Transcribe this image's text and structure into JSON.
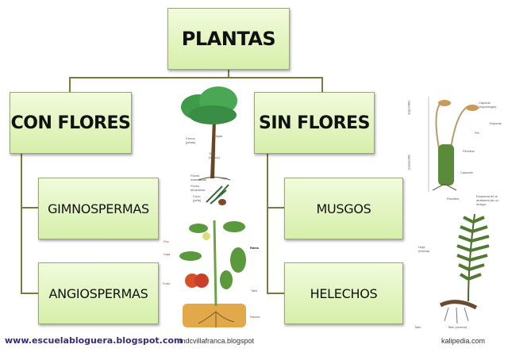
{
  "root": "PLANTAS",
  "branches": {
    "con_flores": {
      "label": "CON FLORES",
      "children": [
        "GIMNOSPERMAS",
        "ANGIOSPERMAS"
      ]
    },
    "sin_flores": {
      "label": "SIN FLORES",
      "children": [
        "MUSGOS",
        "HELECHOS"
      ]
    }
  },
  "illustrations": {
    "pine": {
      "labels": [
        "Hojas",
        "Conos (piñas)",
        "Tallo (tronco)",
        "Flores masculinas",
        "Hoja",
        "Flores femeninas",
        "Cono (piña)"
      ]
    },
    "tomato": {
      "labels": [
        "Flor",
        "Hoja",
        "Rama",
        "Fruto",
        "Tallo",
        "Raíces"
      ]
    },
    "moss": {
      "labels": [
        "Cápsula (esporangio)",
        "Esporas",
        "Pie",
        "Filoidios",
        "Cauloide",
        "Rizoides",
        "Esporófito",
        "Gametófito",
        "Esquema de la anatomía de un musgo."
      ]
    },
    "fern": {
      "labels": [
        "Hoja (fronda)",
        "Tallo",
        "Tallo (rizoma)"
      ]
    }
  },
  "credits": {
    "site": "www.escuelabloguera.blogspot.com",
    "middle": "mdcvillafranca.blogspot",
    "right": "kalipedia.com"
  },
  "colors": {
    "box_top": "#f2fbdc",
    "box_bottom": "#d6efaa",
    "connector": "#7c7a3c",
    "footer_site": "#3a2a78"
  }
}
